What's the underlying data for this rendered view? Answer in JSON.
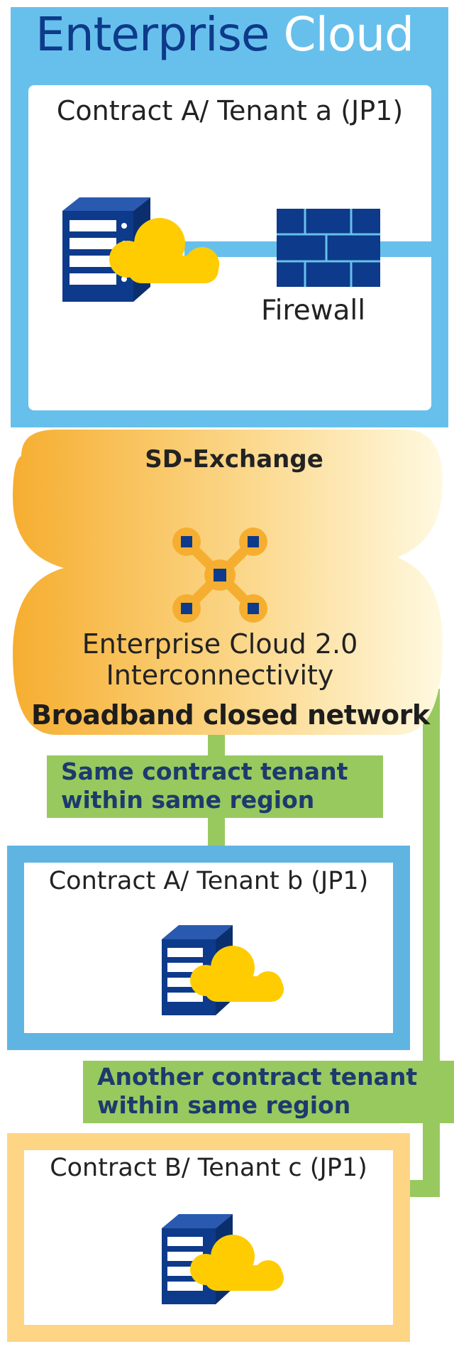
{
  "enterprise_cloud": {
    "title_part1": "Enterprise",
    "title_part2": "Cloud",
    "tenant_label": "Contract A/ Tenant a (JP1)",
    "firewall_label": "Firewall"
  },
  "sd_exchange": {
    "title": "SD-Exchange",
    "service_line1": "Enterprise Cloud 2.0",
    "service_line2": "Interconnectivity",
    "network_label": "Broadband closed network"
  },
  "links": {
    "same_contract": [
      "Same contract tenant",
      "within same region"
    ],
    "another_contract": [
      "Another contract tenant",
      "within same region"
    ]
  },
  "tenants": {
    "tenant_b": "Contract A/ Tenant b (JP1)",
    "tenant_c": "Contract B/ Tenant c (JP1)"
  },
  "colors": {
    "navy": "#0d3a8a",
    "sky_blue": "#67c0ec",
    "cloud_yellow": "#fecc00",
    "link_green": "#98c95e",
    "orange_start": "#f6ae30",
    "cream_end": "#fff9e0",
    "tenant_b_border": "#60b4e2",
    "tenant_c_border": "#fed585"
  },
  "icons": [
    "server-cloud-icon",
    "firewall-icon",
    "hub-network-icon"
  ]
}
